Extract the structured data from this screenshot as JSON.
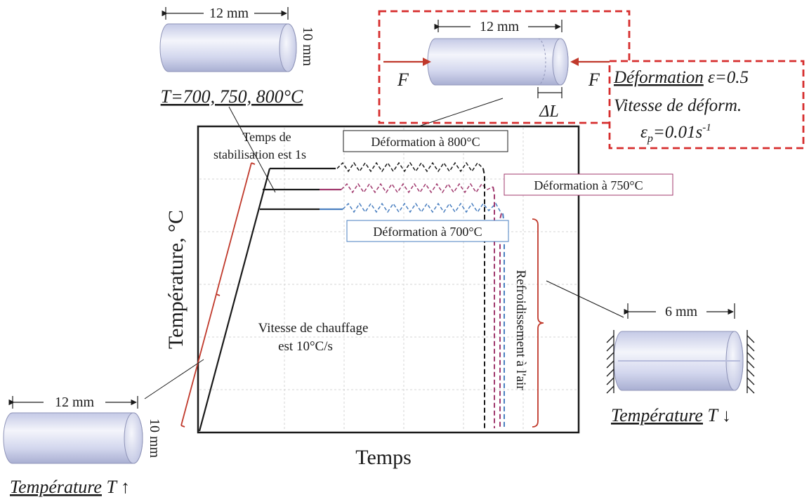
{
  "colors": {
    "black": "#1a1a1a",
    "red": "#c0392b",
    "dash_red": "#d62d2d",
    "purple": "#a0386d",
    "blue": "#4a7fc0",
    "cyl_light": "#f4f5fb",
    "cyl_mid": "#d3d7ee",
    "cyl_dark": "#a9afd2",
    "grid": "#d6d6d6"
  },
  "axes": {
    "xlabel": "Temps",
    "ylabel": "Température, °C"
  },
  "top_specimen": {
    "length": "12 mm",
    "diameter": "10 mm",
    "temps": "T=700, 750, 800°C"
  },
  "compression": {
    "length": "12 mm",
    "force_left": "F",
    "force_right": "F",
    "delta": "ΔL"
  },
  "deformation_box": {
    "strain_word": "Déformation",
    "strain_value": " ε=0.5",
    "rate_label": "Vitesse de déform.",
    "rate_base": "ε",
    "rate_sub": "p",
    "rate_eq": "=0.01s",
    "rate_sup": "-1"
  },
  "annotations": {
    "hold_line1": "Temps de",
    "hold_line2": "stabilisation est 1s",
    "deform_800": "Déformation à 800°C",
    "deform_750": "Déformation à 750°C",
    "deform_700": "Déformation à 700°C",
    "heating_line1": "Vitesse de chauffage",
    "heating_line2": "est 10°C/s",
    "cooling": "Refroidissement à l'air"
  },
  "bottom_left_specimen": {
    "length": "12 mm",
    "diameter": "10 mm",
    "temp_word": "Température",
    "temp_rest": " T ↑"
  },
  "right_specimen": {
    "length": "6 mm",
    "temp_word": "Température",
    "temp_rest": " T ↓"
  }
}
